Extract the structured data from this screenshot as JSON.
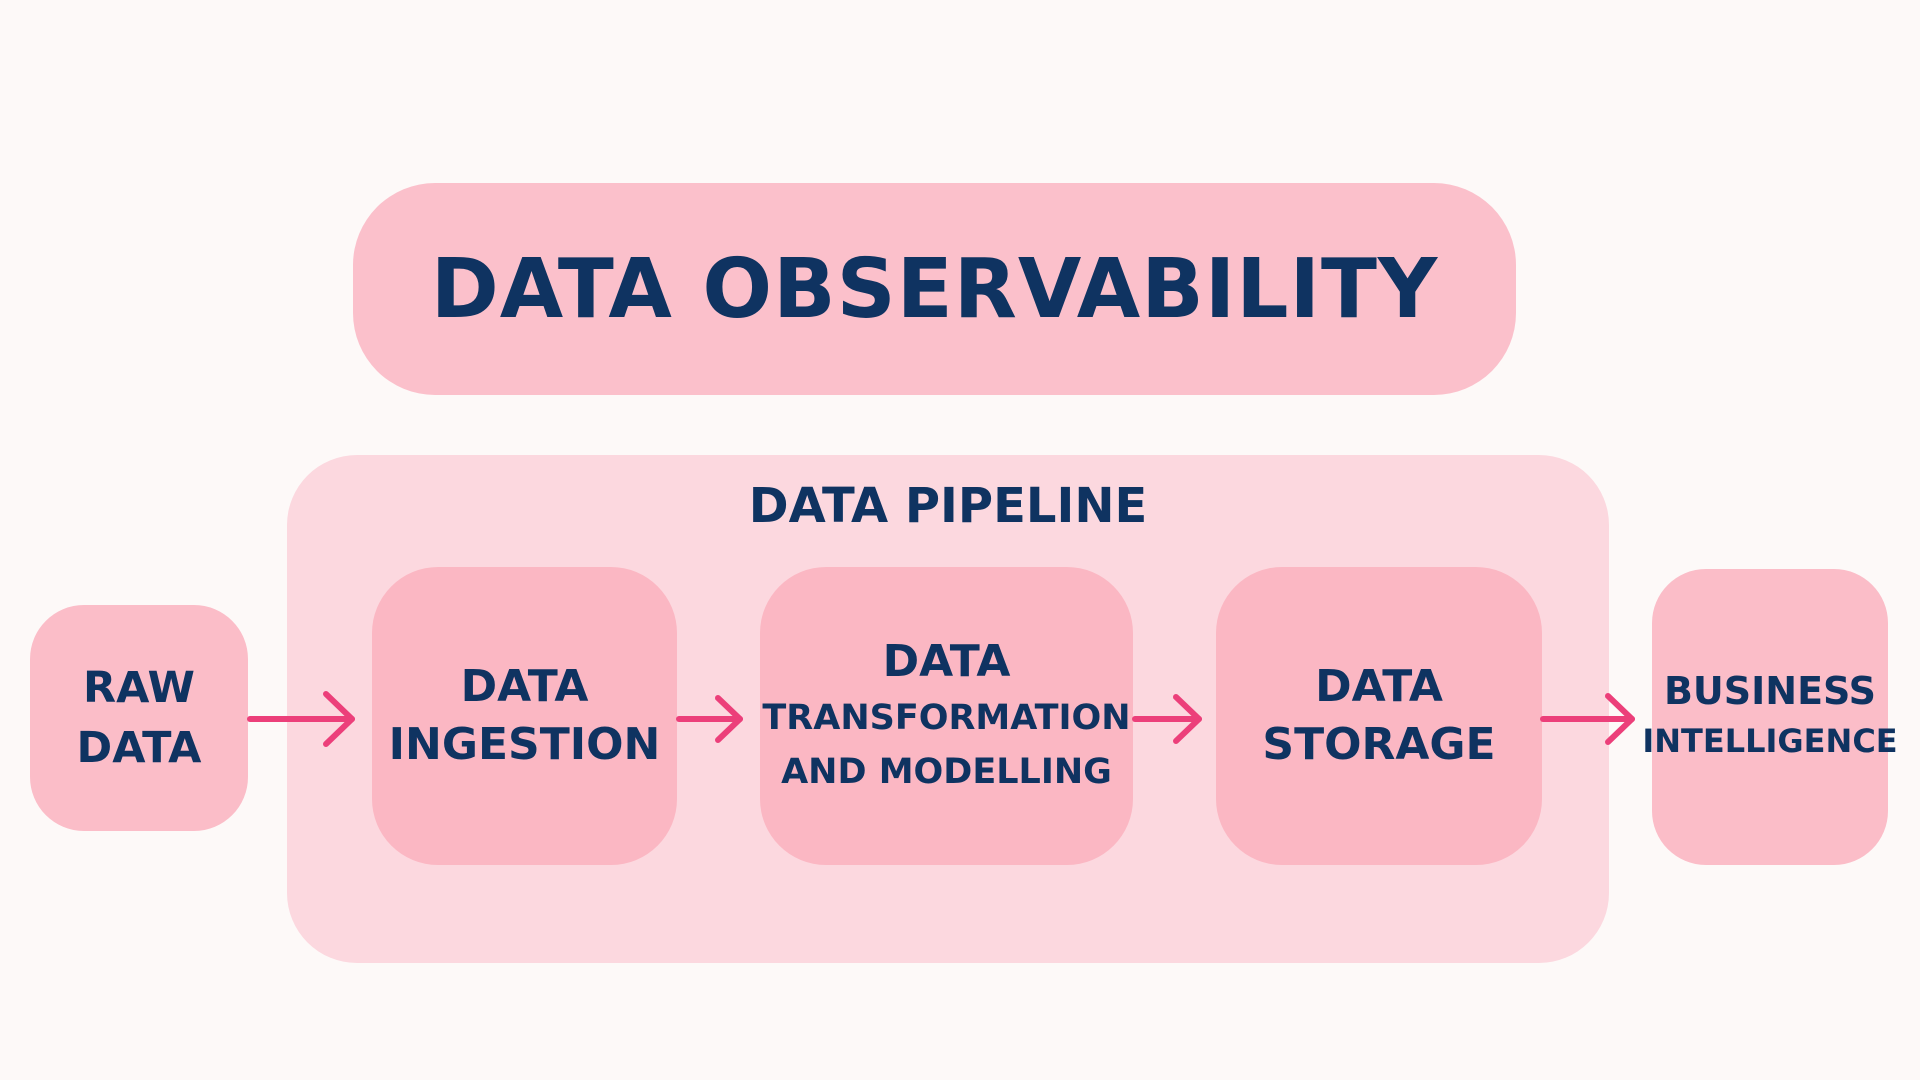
{
  "colors": {
    "background": "#fdf9f8",
    "text": "#0f3361",
    "banner_fill": "#fbc0cb",
    "pipeline_fill": "#fcd8df",
    "step_fill": "#fbb7c3",
    "arrow": "#ec3f7a"
  },
  "banner": {
    "title": "DATA OBSERVABILITY"
  },
  "pipeline": {
    "title": "DATA PIPELINE"
  },
  "raw_data": {
    "line1": "RAW",
    "line2": "DATA"
  },
  "ingestion": {
    "line1": "DATA",
    "line2": "INGESTION"
  },
  "transformation": {
    "line1": "DATA",
    "line2": "TRANSFORMATION",
    "line3": "AND MODELLING"
  },
  "storage": {
    "line1": "DATA",
    "line2": "STORAGE"
  },
  "business_intelligence": {
    "line1": "BUSINESS",
    "line2": "INTELLIGENCE"
  },
  "icons": {
    "flow_arrow": "right-arrow-icon"
  }
}
